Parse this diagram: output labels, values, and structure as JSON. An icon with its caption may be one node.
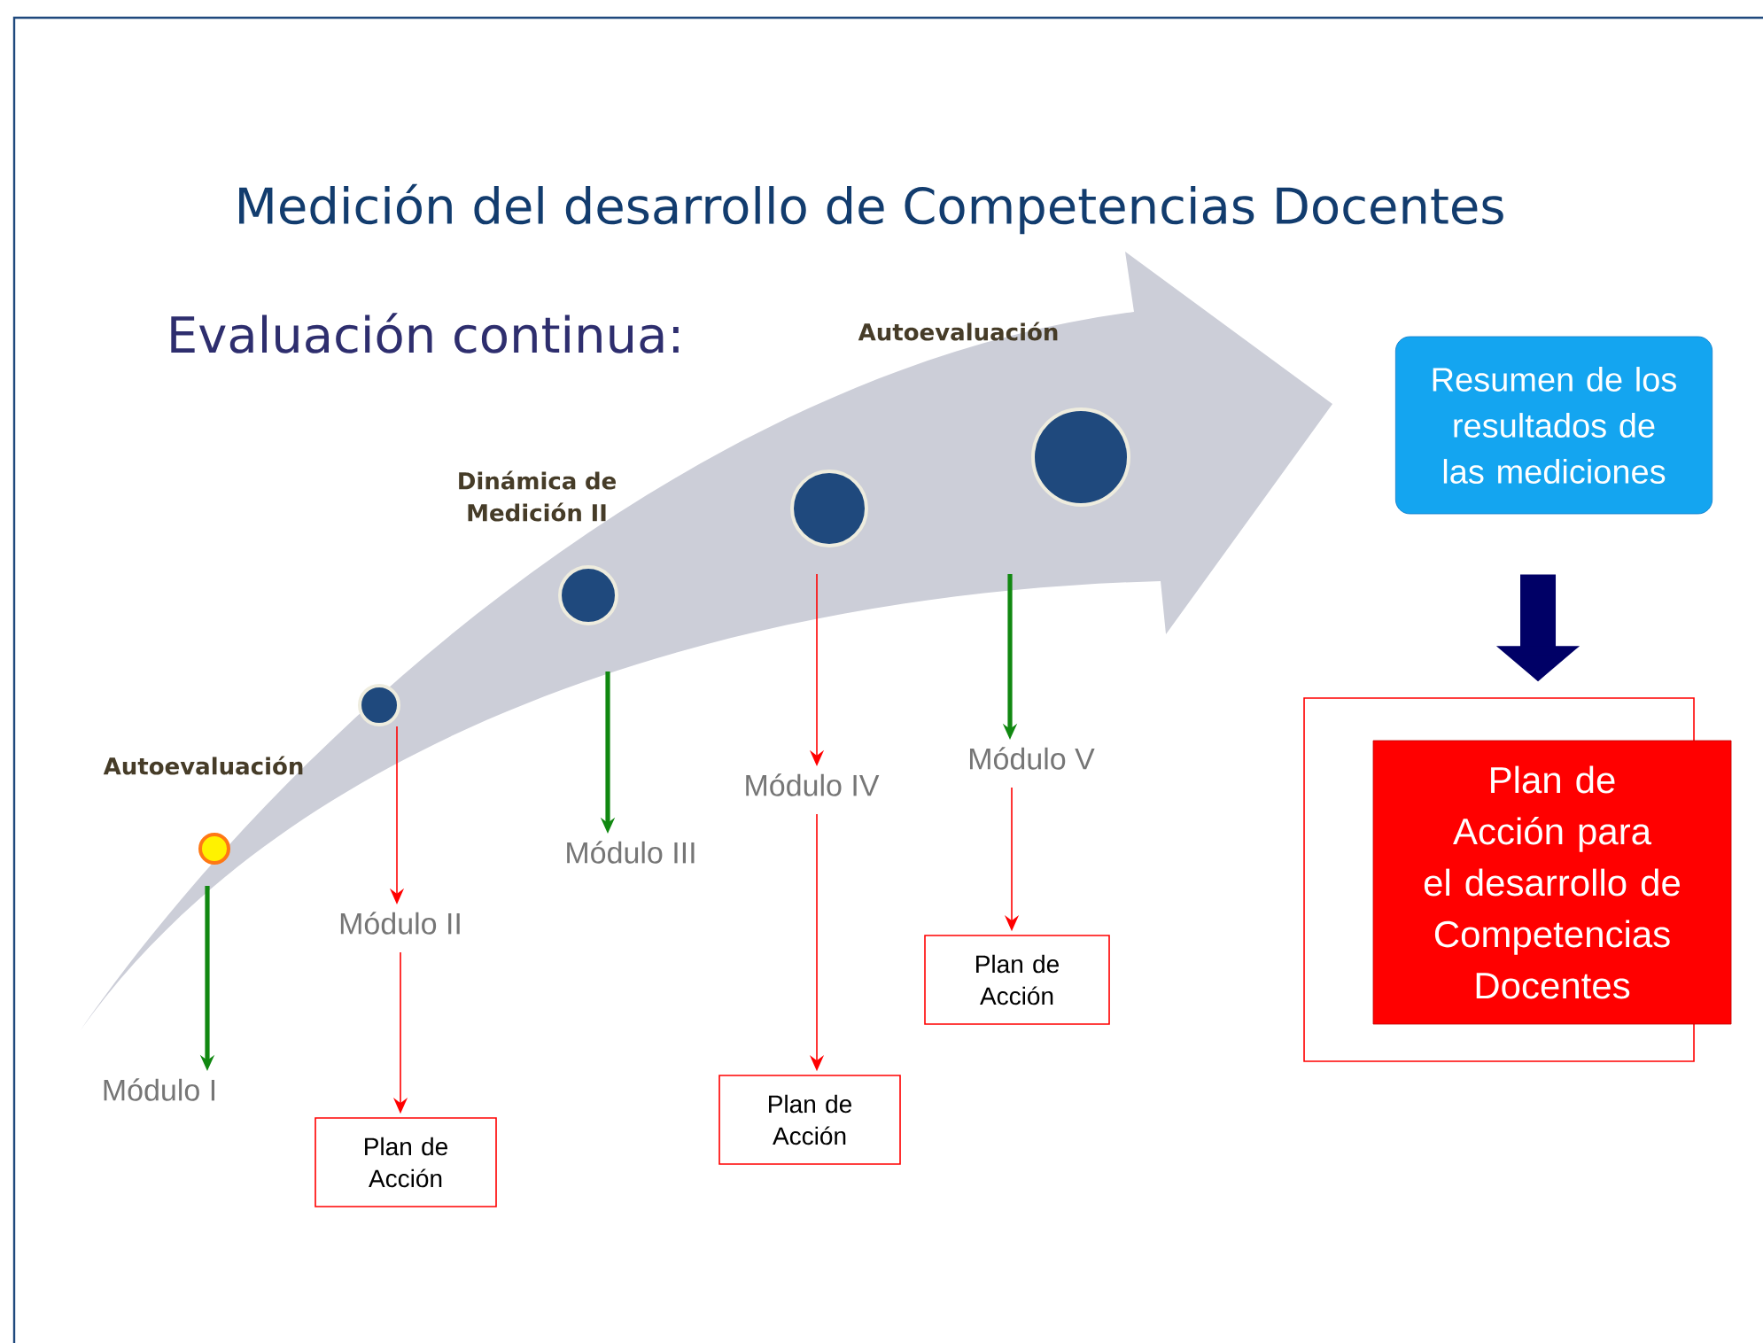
{
  "diagram": {
    "title": "Medición del desarrollo de Competencias Docentes",
    "nodes": [
      {
        "text": [],
        "shape": "circle",
        "beside": [
          "Autoevaluación"
        ]
      },
      {
        "text": [],
        "shape": "circle"
      },
      {
        "text": [],
        "shape": "circle",
        "beside": [
          "Dinámica de Medición  II"
        ]
      },
      {
        "text": [],
        "shape": "circle"
      },
      {
        "text": [],
        "shape": "circle",
        "beside": [
          "Autoevaluación"
        ]
      },
      {
        "text": [
          "Módulo I"
        ]
      },
      {
        "text": [
          "Módulo II"
        ]
      },
      {
        "text": [
          "Módulo III"
        ]
      },
      {
        "text": [
          "Módulo IV"
        ]
      },
      {
        "text": [
          "Módulo V"
        ]
      },
      {
        "text": [
          "Plan de Acción"
        ]
      },
      {
        "text": [
          "Plan de Acción"
        ]
      },
      {
        "text": [
          "Plan de Acción"
        ]
      },
      {
        "text": [
          "Resumen de los resultados de las mediciones"
        ]
      },
      {
        "text": [],
        "shape": "box"
      },
      {
        "text": [
          "Plan de Acción para el desarrollo de Competencias Docentes"
        ]
      }
    ],
    "edges": [
      {
        "from": 0,
        "to": 5,
        "arrow": "to",
        "style": "thick",
        "color": "#118811"
      },
      {
        "from": 1,
        "to": 6,
        "arrow": "to"
      },
      {
        "from": 6,
        "to": 10,
        "arrow": "to"
      },
      {
        "from": 2,
        "to": 7,
        "arrow": "to",
        "style": "thick",
        "color": "#118811"
      },
      {
        "from": 3,
        "to": 8,
        "arrow": "to"
      },
      {
        "from": 8,
        "to": 11,
        "arrow": "to"
      },
      {
        "from": 4,
        "to": 9,
        "arrow": "to",
        "style": "thick",
        "color": "#118811"
      },
      {
        "from": 9,
        "to": 12,
        "arrow": "to"
      },
      {
        "from": 13,
        "to": 14,
        "arrow": "to",
        "style": "thick",
        "color": "#000066"
      }
    ],
    "labels": [
      "Evaluación continua:"
    ]
  }
}
